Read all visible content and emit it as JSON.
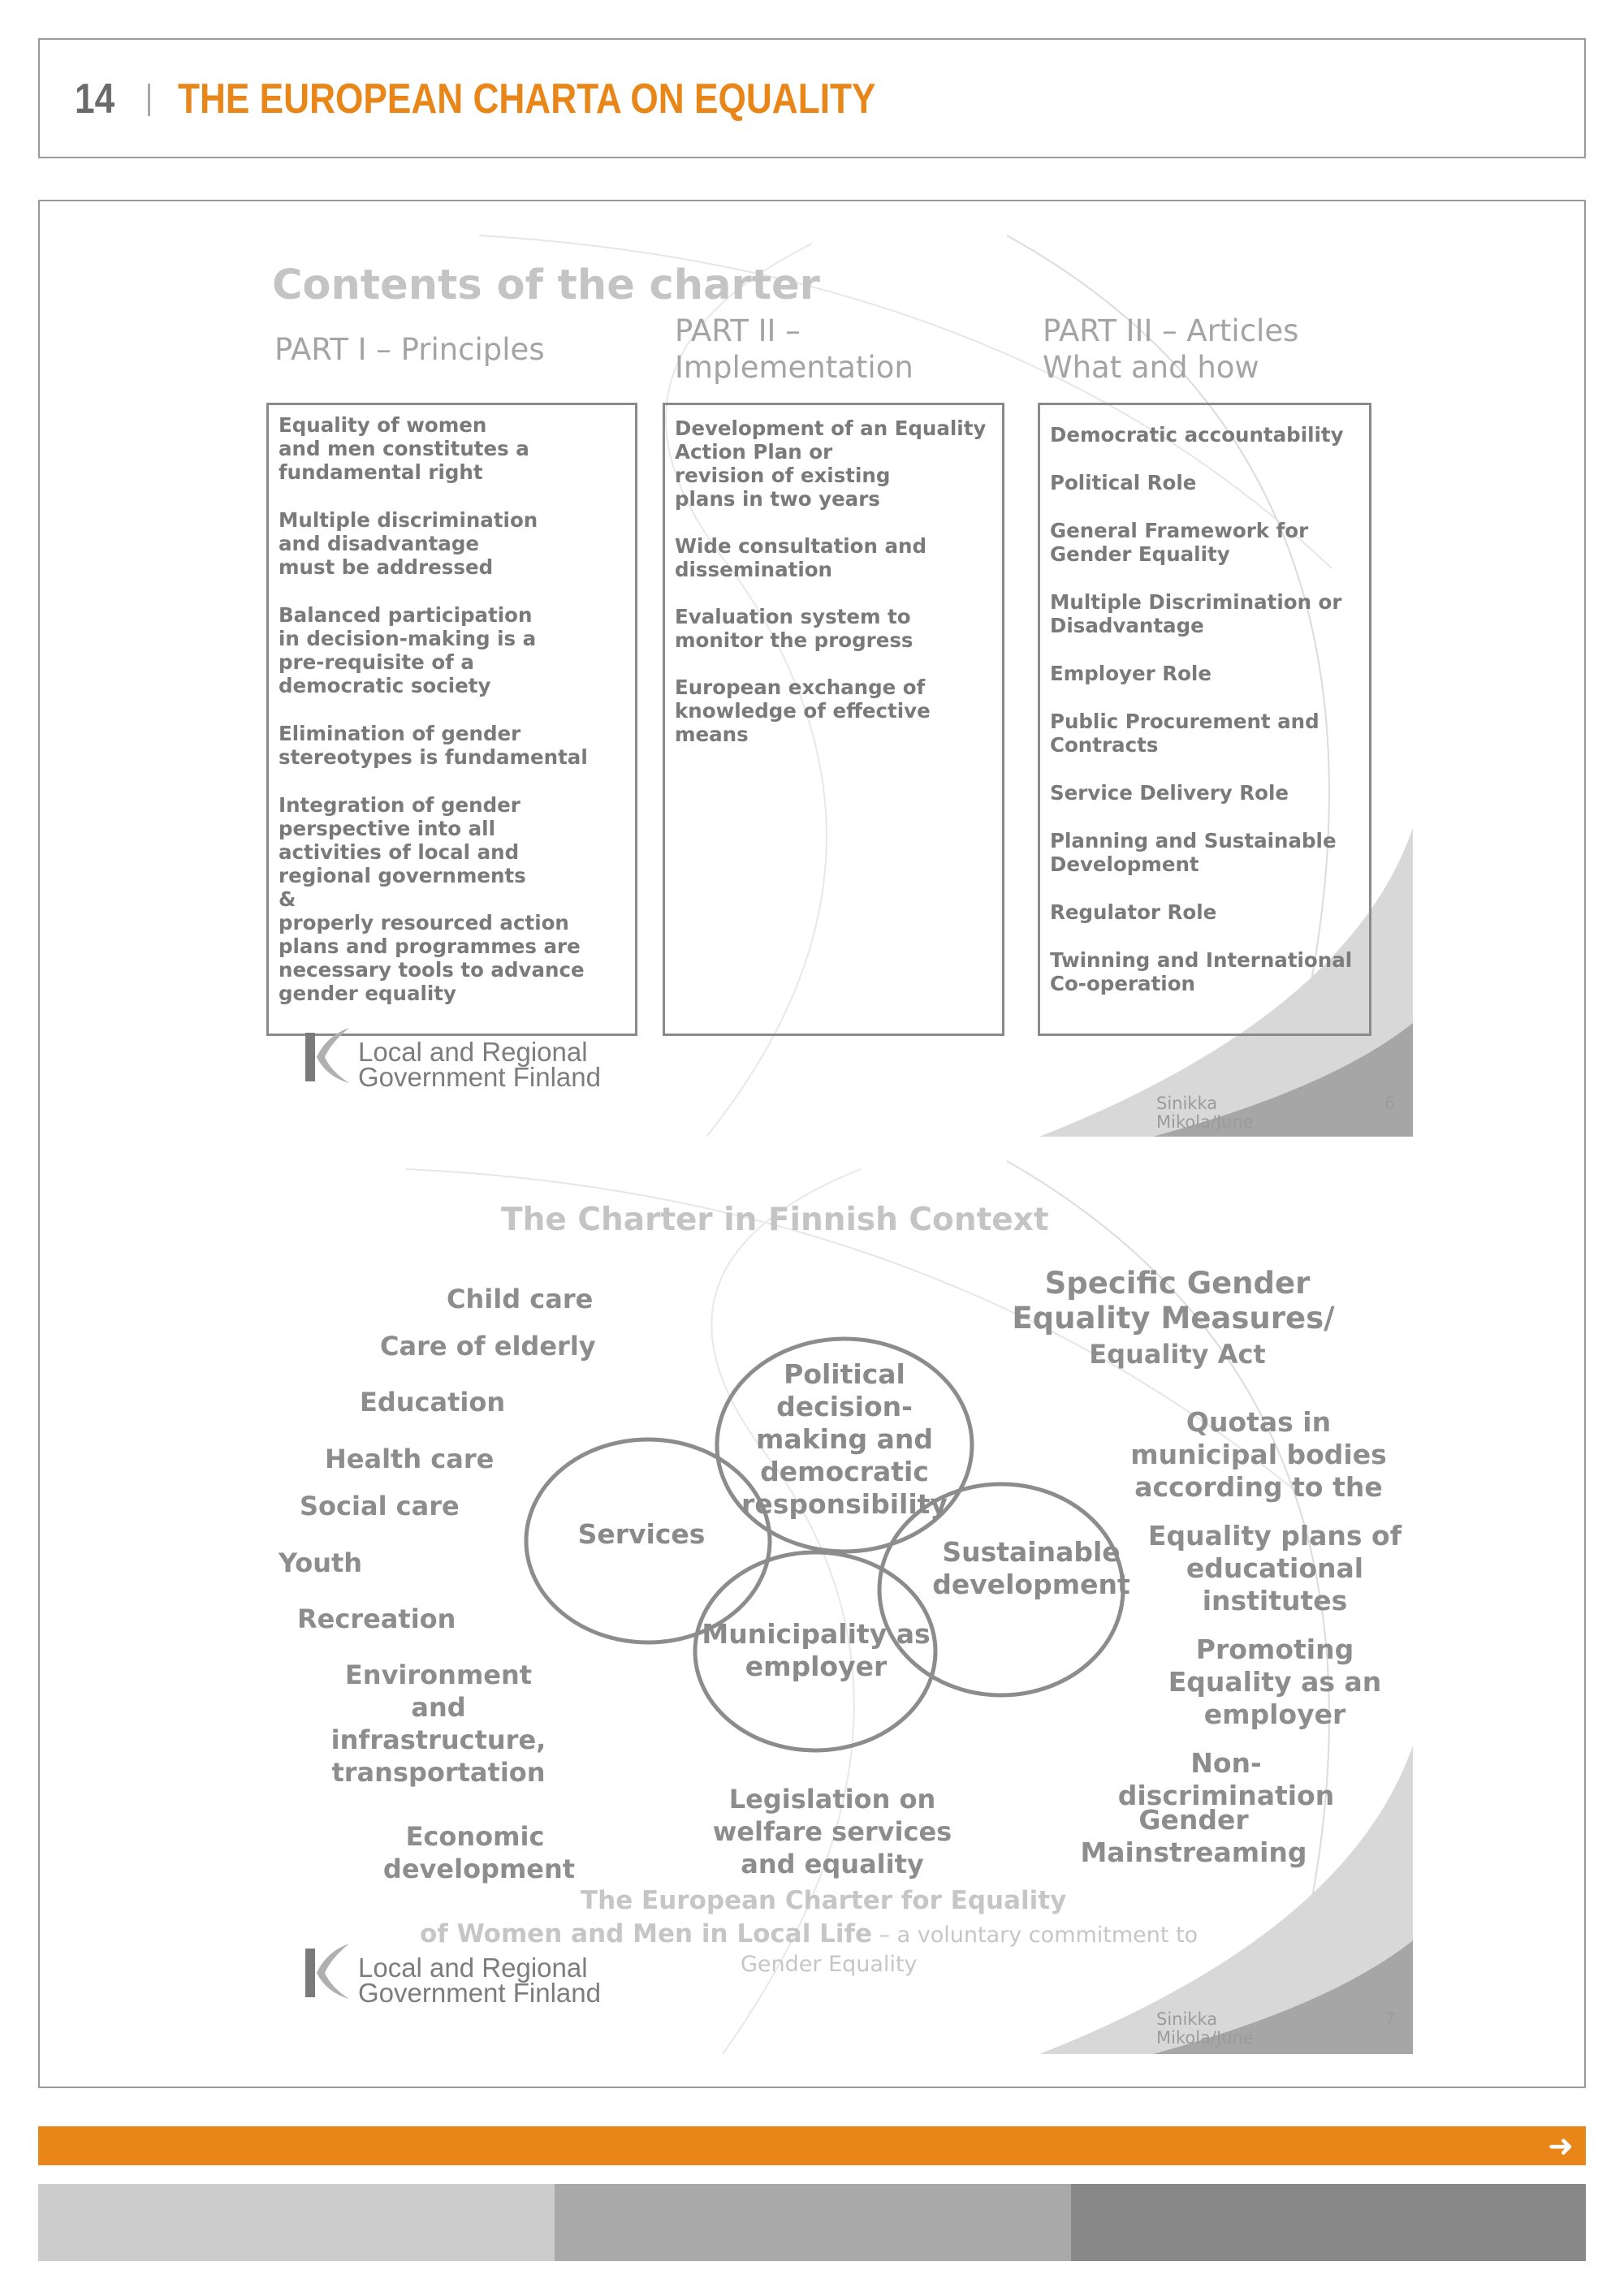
{
  "header": {
    "page_number": "14",
    "title": "THE EUROPEAN CHARTA ON EQUALITY"
  },
  "slide1": {
    "title": "Contents of the charter",
    "part1": {
      "heading": "PART I – Principles",
      "items": [
        "Equality of women\nand men constitutes a\nfundamental right",
        "Multiple discrimination\nand disadvantage\nmust be addressed",
        "Balanced participation\nin decision-making is a\npre-requisite of a\ndemocratic society",
        "Elimination of gender\nstereotypes is fundamental",
        "Integration of gender\nperspective into all\nactivities of local and\nregional governments\n&\nproperly resourced action\nplans and programmes are\nnecessary tools to advance\ngender equality"
      ]
    },
    "part2": {
      "heading_line1": "PART II –",
      "heading_line2": "Implementation",
      "items": [
        "Development of an Equality\nAction Plan or\nrevision of existing\nplans in two years",
        "Wide consultation and\ndissemination",
        "Evaluation system to\nmonitor the progress",
        "European exchange of\nknowledge of effective\nmeans"
      ]
    },
    "part3": {
      "heading_line1": "PART III – Articles",
      "heading_line2": "What and how",
      "items": [
        "Democratic accountability",
        "Political Role",
        "General Framework for\nGender Equality",
        "Multiple Discrimination or\nDisadvantage",
        "Employer Role",
        "Public Procurement and\nContracts",
        "Service Delivery Role",
        "Planning and Sustainable\nDevelopment",
        "Regulator Role",
        "Twinning and International\nCo-operation"
      ]
    },
    "logo_line1": "Local and Regional",
    "logo_line2": "Government Finland",
    "author": "Sinikka\nMikola/June",
    "slide_number": "6"
  },
  "slide2": {
    "title": "The Charter in Finnish Context",
    "left_items": [
      "Child care",
      "Care of elderly",
      "Education",
      "Health care",
      "Social care",
      "Youth",
      "Recreation",
      "Environment",
      "and",
      "infrastructure,",
      "transportation",
      "Economic",
      "development"
    ],
    "circles": {
      "political": "Political\ndecision-\nmaking and\ndemocratic\nresponsibility",
      "services": "Services",
      "sustainable": "Sustainable\ndevelopment",
      "municipality": "Municipality as\nemployer"
    },
    "right_heading": [
      "Specific Gender",
      "Equality Measures/",
      "Equality Act"
    ],
    "right_items": [
      "Quotas in",
      "municipal bodies",
      "according to the",
      "Equality plans of",
      "educational",
      "institutes",
      "Promoting",
      "Equality as an",
      "employer",
      "Non-",
      "discrimination",
      "Gender",
      "Mainstreaming"
    ],
    "bottom_center": [
      "Legislation on",
      "welfare services",
      "and equality"
    ],
    "footer_line1": "The European Charter for Equality",
    "footer_line2_bold": "of Women and Men in Local Life",
    "footer_line2_rest": " – a voluntary commitment to",
    "footer_line3": "Gender Equality",
    "logo_line1": "Local and Regional",
    "logo_line2": "Government Finland",
    "author": "Sinikka\nMikola/June",
    "slide_number": "7"
  },
  "footer": {
    "arrow": "➜",
    "colors": [
      "#cccccc",
      "#a9a9a9",
      "#888888"
    ],
    "accent": "#e8861a"
  }
}
